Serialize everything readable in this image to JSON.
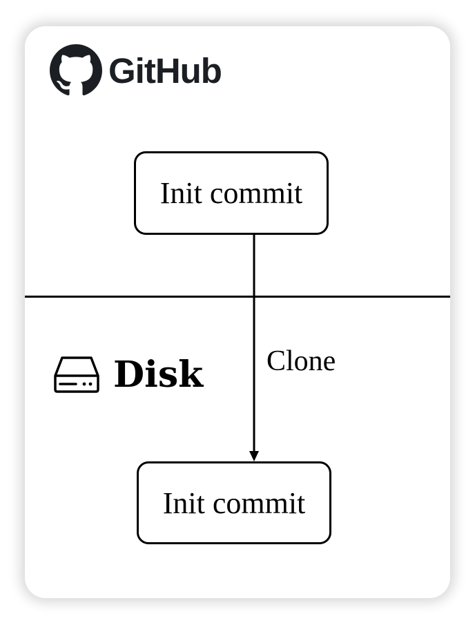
{
  "github": {
    "logo_icon": "github-octocat-icon",
    "wordmark": "GitHub"
  },
  "disk": {
    "icon": "hard-drive-icon",
    "label": "Disk"
  },
  "nodes": {
    "remote_commit": "Init commit",
    "local_commit": "Init commit"
  },
  "edge": {
    "label": "Clone"
  }
}
